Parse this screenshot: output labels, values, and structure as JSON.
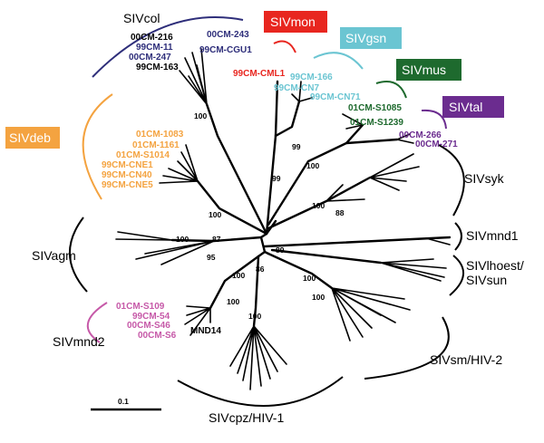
{
  "colors": {
    "col": "#2e2e7a",
    "mon": "#e8261f",
    "gsn": "#6bc5d2",
    "mus": "#1e6a2e",
    "tal": "#6b2c8f",
    "deb": "#f4a340",
    "mnd2": "#c659a8",
    "black": "#000000"
  },
  "groups": {
    "col": "SIVcol",
    "mon": "SIVmon",
    "gsn": "SIVgsn",
    "mus": "SIVmus",
    "tal": "SIVtal",
    "deb": "SIVdeb",
    "syk": "SIVsyk",
    "mnd1": "SIVmnd1",
    "lhoest1": "SIVlhoest/",
    "lhoest2": "SIVsun",
    "agm": "SIVagm",
    "mnd2": "SIVmnd2",
    "sm": "SIVsm/HIV-2",
    "cpz": "SIVcpz/HIV-1"
  },
  "taxa": {
    "col": [
      "00CM-216",
      "00CM-243",
      "99CM-11",
      "99CM-CGU1",
      "00CM-247",
      "99CM-163"
    ],
    "mon": [
      "99CM-CML1"
    ],
    "gsn": [
      "99CM-166",
      "99CM-CN7",
      "99CM-CN71"
    ],
    "mus": [
      "01CM-S1085",
      "01CM-S1239"
    ],
    "tal": [
      "00CM-266",
      "00CM-271"
    ],
    "deb": [
      "01CM-1083",
      "01CM-1161",
      "01CM-S1014",
      "99CM-CNE1",
      "99CM-CN40",
      "99CM-CNE5"
    ],
    "mnd2": [
      "01CM-S109",
      "99CM-54",
      "00CM-S46",
      "00CM-S6"
    ],
    "mnd14": "MND14"
  },
  "bootstrap": {
    "col": "100",
    "gsn": "99",
    "gsn_mus": "99",
    "mus_tal": "100",
    "deb": "100",
    "syk_a": "100",
    "syk_b": "88",
    "agm_a": "100",
    "agm_b": "87",
    "agm_c": "95",
    "lh": "89",
    "hub": "86",
    "mnd2_a": "100",
    "mnd2_b": "100",
    "sm_a": "100",
    "sm_b": "100",
    "cpz": "100"
  },
  "scale": {
    "label": "0.1"
  }
}
